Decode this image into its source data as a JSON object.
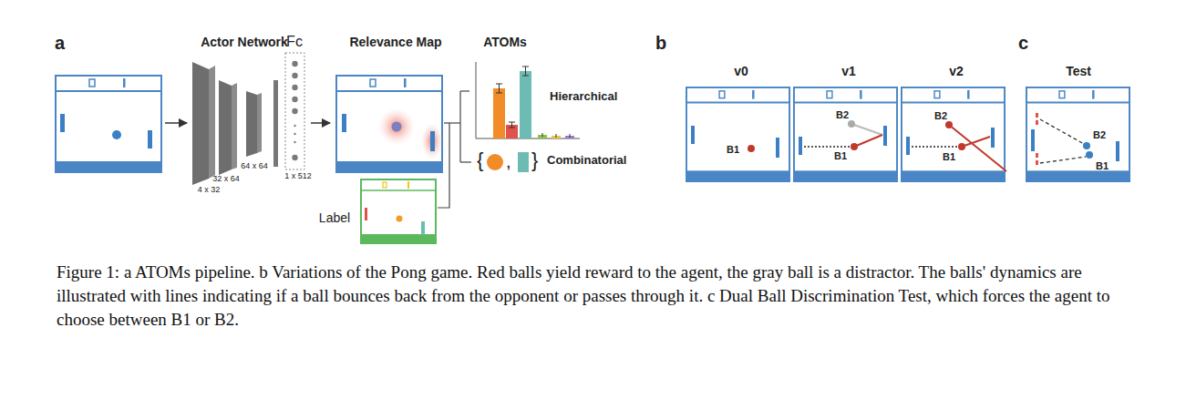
{
  "diagram": {
    "caption": "Figure 1: a ATOMs pipeline. b Variations of the Pong game. Red balls yield reward to the agent, the gray ball is a distractor. The balls' dynamics are illustrated with lines indicating if a ball bounces back from the opponent or passes through it. c Dual Ball Discrimination Test, which forces the agent to choose between B1 or B2.",
    "nodes": [
      {
        "text": [
          "4 x 32"
        ]
      },
      {
        "text": [
          "32 x 64"
        ]
      },
      {
        "text": [
          "64 x 64"
        ]
      },
      {
        "text": [
          "Fc",
          "1 x 512"
        ]
      },
      {
        "text": [
          "Relevance Map"
        ]
      },
      {
        "text": [
          "Label"
        ]
      },
      {
        "text": [
          "v0"
        ]
      },
      {
        "text": [
          "v1"
        ]
      },
      {
        "text": [
          "v2"
        ]
      },
      {
        "text": [
          "Test"
        ]
      }
    ],
    "edges": [
      {
        "from": 3,
        "to": 4,
        "arrow": "to"
      }
    ],
    "labels": [
      "a",
      "Actor Network",
      "ATOMs",
      "Hierarchical",
      "{",
      ",",
      "}",
      "Combinatorial",
      "b",
      "B1",
      "B2",
      "B1",
      "B2",
      "B1",
      "c",
      "B2",
      "B1"
    ]
  }
}
